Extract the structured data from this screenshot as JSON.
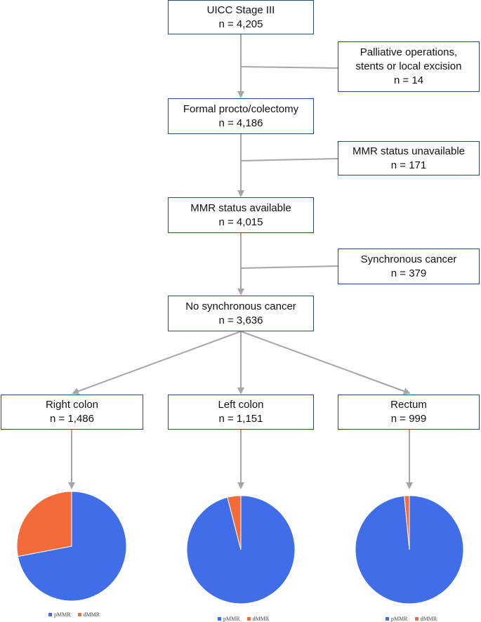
{
  "boxes": {
    "stage3": {
      "line1": "UICC Stage III",
      "line2": "n = 4,205"
    },
    "excl_palliative": {
      "line1": "Palliative operations,",
      "line2": "stents or local excision",
      "line3": "n = 14"
    },
    "formal": {
      "line1": "Formal procto/colectomy",
      "line2": "n = 4,186"
    },
    "excl_mmr": {
      "line1": "MMR status unavailable",
      "line2": "n = 171"
    },
    "mmr_avail": {
      "line1": "MMR status available",
      "line2": "n = 4,015"
    },
    "excl_sync": {
      "line1": "Synchronous cancer",
      "line2": "n = 379"
    },
    "no_sync": {
      "line1": "No synchronous cancer",
      "line2": "n = 3,636"
    },
    "right": {
      "line1": "Right colon",
      "line2": "n = 1,486"
    },
    "left": {
      "line1": "Left colon",
      "line2": "n = 1,151"
    },
    "rectum": {
      "line1": "Rectum",
      "line2": "n = 999"
    }
  },
  "legend": {
    "pmmr": "pMMR",
    "dmmr": "dMMR"
  },
  "colors": {
    "pmmr": "#3f6ee8",
    "dmmr": "#f36b3b",
    "box_border": "#1f4e79",
    "arrow": "#a6a6a6"
  },
  "chart_data": [
    {
      "type": "pie",
      "labels": [
        "pMMR",
        "dMMR"
      ],
      "values": [
        72,
        28
      ]
    },
    {
      "type": "pie",
      "labels": [
        "pMMR",
        "dMMR"
      ],
      "values": [
        96,
        4
      ]
    },
    {
      "type": "pie",
      "labels": [
        "pMMR",
        "dMMR"
      ],
      "values": [
        98.5,
        1.5
      ]
    }
  ]
}
